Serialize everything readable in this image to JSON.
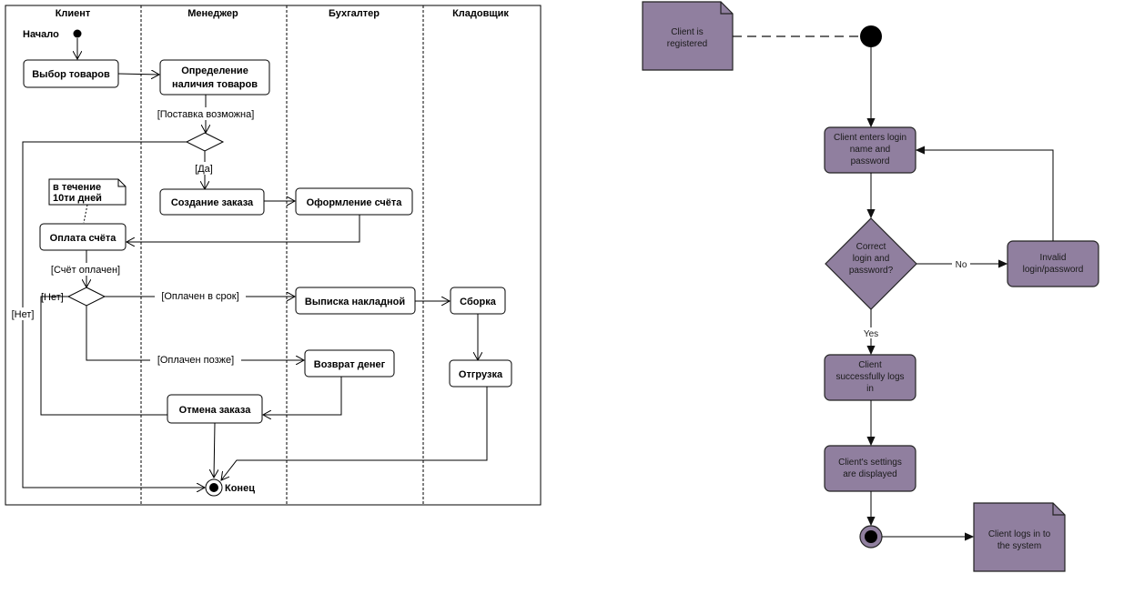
{
  "left_diagram": {
    "lanes": [
      "Клиент",
      "Менеджер",
      "Бухгалтер",
      "Кладовщик"
    ],
    "start_label": "Начало",
    "end_label": "Конец",
    "activities": {
      "choose_goods": "Выбор товаров",
      "check_avail_1": "Определение",
      "check_avail_2": "наличия товаров",
      "create_order": "Создание заказа",
      "make_invoice": "Оформление счёта",
      "pay_invoice": "Оплата счёта",
      "issue_waybill": "Выписка накладной",
      "assembly": "Сборка",
      "refund": "Возврат денег",
      "shipment": "Отгрузка",
      "cancel_order": "Отмена заказа"
    },
    "note_1": "в течение",
    "note_2": "10ти дней",
    "guards": {
      "supply_possible": "[Поставка возможна]",
      "yes": "[Да]",
      "no_left": "[Нет]",
      "invoice_paid": "[Счёт оплачен]",
      "no_inner": "[Нет]",
      "paid_on_time": "[Оплачен в срок]",
      "paid_later": "[Оплачен позже]"
    }
  },
  "right_diagram": {
    "fill_color": "#907f9f",
    "note_start_1": "Client is",
    "note_start_2": "registered",
    "enter_1": "Client enters login",
    "enter_2": "name and",
    "enter_3": "password",
    "decision_1": "Correct",
    "decision_2": "login and",
    "decision_3": "password?",
    "no_label": "No",
    "yes_label": "Yes",
    "invalid_1": "Invalid",
    "invalid_2": "login/password",
    "success_1": "Client",
    "success_2": "successfully logs",
    "success_3": "in",
    "settings_1": "Client's settings",
    "settings_2": "are displayed",
    "note_end_1": "Client logs in to",
    "note_end_2": "the system"
  }
}
